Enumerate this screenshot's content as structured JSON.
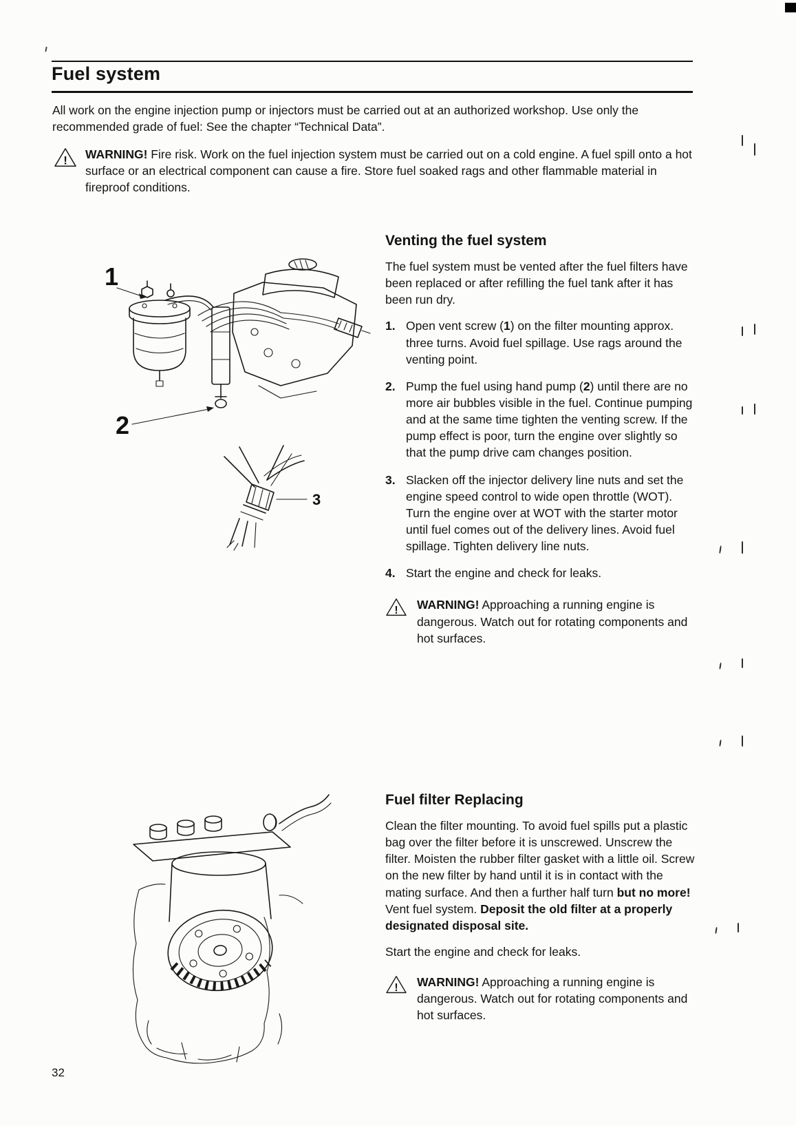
{
  "page": {
    "number": "32"
  },
  "header": {
    "title": "Fuel system"
  },
  "intro": "All work on the engine injection pump or injectors must be carried out at an authorized workshop. Use only the recommended grade of fuel: See the chapter “Technical Data”.",
  "warning_top": {
    "label": "WARNING!",
    "text": "Fire risk. Work on the fuel injection system must be carried out on a cold engine. A fuel spill onto a hot surface or an electrical component can cause a fire. Store fuel soaked rags and other flammable material in fireproof conditions."
  },
  "figures": {
    "engine": {
      "label1": "1",
      "label2": "2"
    },
    "injector": {
      "label3": "3"
    }
  },
  "venting": {
    "heading": "Venting the fuel system",
    "intro": "The fuel system must be vented after the fuel filters have been replaced or after refilling the fuel tank after it has been run dry.",
    "steps": [
      {
        "num": "1.",
        "pre": "Open vent screw (",
        "ref": "1",
        "post": ") on the filter mounting approx. three turns. Avoid fuel spillage. Use rags around the venting point."
      },
      {
        "num": "2.",
        "pre": "Pump the fuel using hand pump (",
        "ref": "2",
        "post": ") until there are no more air bubbles visible in the fuel. Continue pumping and at the same time tighten the venting screw. If the pump effect is poor, turn the engine over slightly so that the pump drive cam changes position."
      },
      {
        "num": "3.",
        "pre": "Slacken off the injector delivery line nuts and set the engine speed control to wide open throttle (WOT). Turn the engine over at WOT with the starter motor until fuel comes out of the delivery lines. Avoid fuel spillage. Tighten delivery line nuts.",
        "ref": "",
        "post": ""
      },
      {
        "num": "4.",
        "pre": "Start the engine and check for leaks.",
        "ref": "",
        "post": ""
      }
    ],
    "warning": {
      "label": "WARNING!",
      "text": "Approaching a running engine is dangerous. Watch out for rotating components and hot surfaces."
    }
  },
  "filter_replacing": {
    "heading": "Fuel filter Replacing",
    "body_seg1": "Clean the filter mounting. To avoid fuel spills put a plastic bag over the filter before it is unscrewed. Unscrew the filter. Moisten the rubber filter gasket with a little oil. Screw on the new filter by hand until it is in contact with the mating surface. And then a further half turn ",
    "body_bold1": "but no more!",
    "body_seg2": " Vent fuel system. ",
    "body_bold2": "Deposit the old filter at a properly designated disposal site.",
    "check": "Start the engine and check for leaks.",
    "warning": {
      "label": "WARNING!",
      "text": "Approaching a running engine is dangerous. Watch out for rotating components and hot surfaces."
    }
  }
}
